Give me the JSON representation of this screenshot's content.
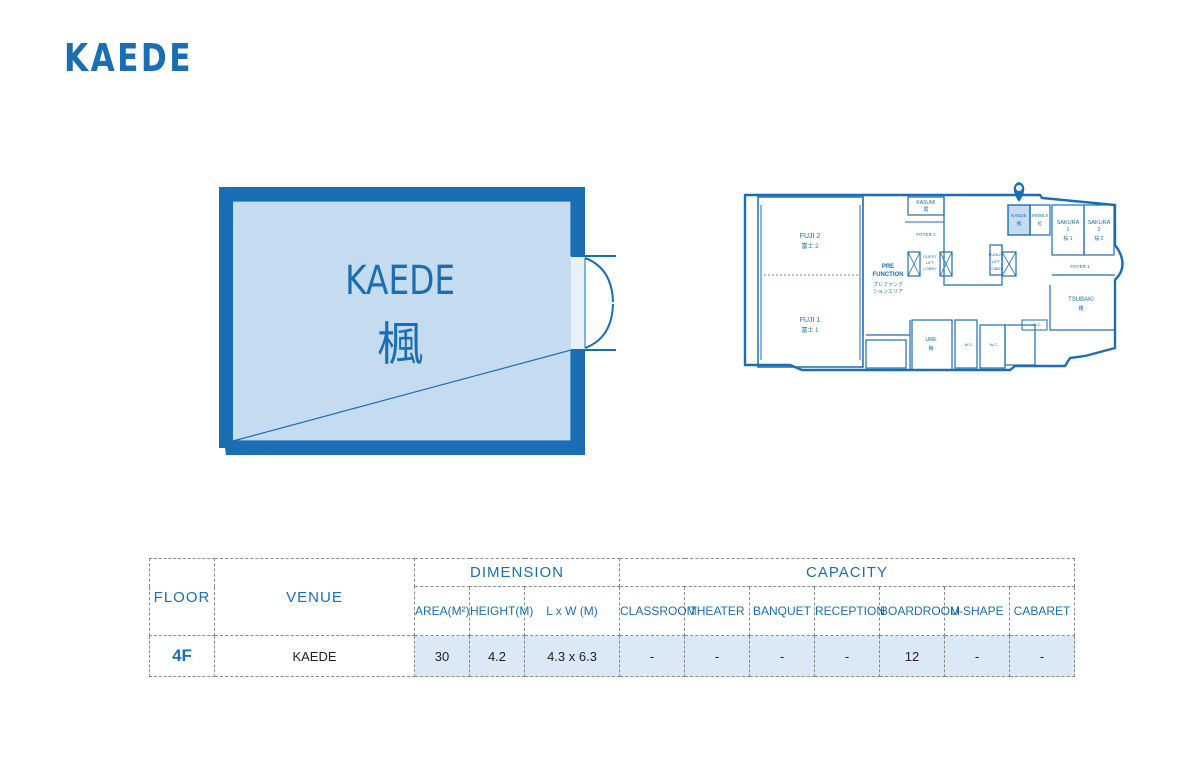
{
  "title": "KAEDE",
  "room": {
    "name_en": "KAEDE",
    "name_jp": "楓"
  },
  "floor_map": {
    "rooms": {
      "fuji2": "FUJI 2",
      "fuji2_jp": "富士 2",
      "fuji1": "FUJI 1",
      "fuji1_jp": "富士 1",
      "prefunction": "PRE",
      "prefunction2": "FUNCTION",
      "prefunction_jp": "プレファンク",
      "prefunction_jp2": "ションエリア",
      "kasumi": "KASUMI",
      "kasumi_jp": "霞",
      "foyer2": "FOYER 2",
      "guest_lift": "GUEST",
      "guest_lift2": "LIFT",
      "guest_lift3": "LOBBY",
      "public_lift": "PUBLIC",
      "public_lift2": "LIFT",
      "public_lift3": "LOBBY",
      "kaede": "KAEDE",
      "kaede_jp": "楓",
      "momiji": "MOMIJI",
      "momiji_jp": "紅",
      "sakura1": "SAKURA",
      "sakura1_num": "1",
      "sakura1_jp": "桜 1",
      "sakura2": "SAKURA",
      "sakura2_num": "2",
      "sakura2_jp": "桜 2",
      "foyer1": "FOYER 1",
      "tsubaki": "TSUBAKI",
      "tsubaki_jp": "椿",
      "ume": "UME",
      "ume_jp": "梅",
      "wc1": "W.C.",
      "wc2": "W.C.",
      "wc3": "W.C."
    }
  },
  "table": {
    "headers": {
      "floor": "FLOOR",
      "venue": "VENUE",
      "dimension": "DIMENSION",
      "capacity": "CAPACITY",
      "area": "AREA(M²)",
      "height": "HEIGHT(M)",
      "lxw": "L x W (M)",
      "classroom": "CLASSROOM",
      "theater": "THEATER",
      "banquet": "BANQUET",
      "reception": "RECEPTION",
      "boardroom": "BOARDROOM",
      "ushape": "U-SHAPE",
      "cabaret": "CABARET"
    },
    "row": {
      "floor": "4F",
      "venue": "KAEDE",
      "area": "30",
      "height": "4.2",
      "lxw": "4.3 x 6.3",
      "classroom": "-",
      "theater": "-",
      "banquet": "-",
      "reception": "-",
      "boardroom": "12",
      "ushape": "-",
      "cabaret": "-"
    }
  },
  "colors": {
    "primary": "#1a6fb4",
    "fill": "#c5dcf0",
    "cell": "#dbe9f6"
  }
}
